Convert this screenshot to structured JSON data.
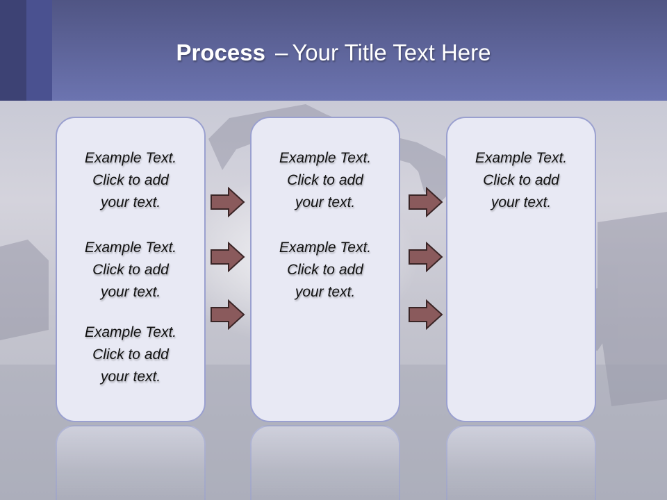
{
  "title": {
    "bold": "Process",
    "separator": "–",
    "rest": "Your Title Text Here"
  },
  "colors": {
    "header_top": "#505584",
    "header_bottom": "#6c74b0",
    "box_border": "#9aa0cf",
    "box_fill": "#e8e9f4",
    "arrow_fill": "#8a5a5c",
    "arrow_stroke": "#3a2526"
  },
  "columns": [
    {
      "items": [
        "Example Text.\nClick  to add\nyour text.",
        "Example Text.\nClick  to add\nyour text.",
        "Example Text.\nClick  to add\nyour text."
      ]
    },
    {
      "items": [
        "Example Text.\nClick  to add\nyour text.",
        "Example Text.\nClick  to add\nyour text."
      ]
    },
    {
      "items": [
        "Example Text.\nClick  to add\nyour text."
      ]
    }
  ],
  "arrows": {
    "icon": "right-arrow-icon",
    "between_col1_col2": 3,
    "between_col2_col3": 3
  }
}
